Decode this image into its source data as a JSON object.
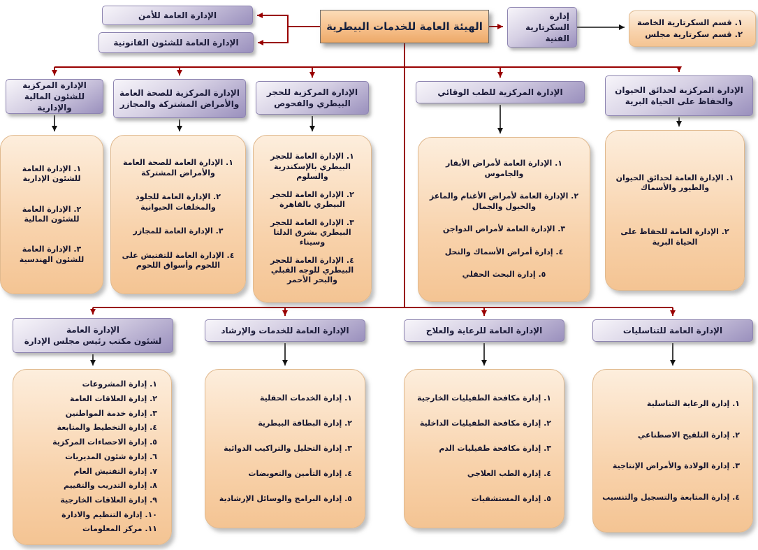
{
  "root": {
    "title": "الهيئة العامة للخدمات البيطرية"
  },
  "side_departments": [
    {
      "label": "الإدارة العامة للأمن"
    },
    {
      "label": "الإدارة العامة للشئون القانونية"
    }
  ],
  "secretariat": {
    "title": "إدارة\nالسكرتارية الفنية",
    "items": [
      "١. قسم السكرتارية الخاصة",
      "٢. قسم سكرتارية مجلس"
    ]
  },
  "central_departments": [
    {
      "title": "الإدارة المركزية\nللشئون المالية والإدارية",
      "items": [
        "١. الإدارة العامة للشئون الإدارية",
        "٢. الإدارة العامة للشئون المالية",
        "٣. الإدارة العامة للشئون الهندسية"
      ]
    },
    {
      "title": "الإدارة المركزية للصحة العامة\nوالأمراض المشتركة والمجازر",
      "items": [
        "١. الإدارة العامة للصحة العامة والأمراض المشتركة",
        "٢. الإدارة العامة للجلود والمخلفات الحيوانية",
        "٣. الإدارة العامة للمجازر",
        "٤. الإدارة العامة للتفتيش على اللحوم وأسواق اللحوم"
      ]
    },
    {
      "title": "الإدارة المركزية للحجر\nالبيطري والفحوص",
      "items": [
        "١. الإدارة العامة للحجر البيطري بالإسكندرية والسلوم",
        "٢. الإدارة العامة للحجر البيطري بالقاهرة",
        "٣. الإدارة العامة للحجر البيطري بشرق الدلتا وسيناء",
        "٤. الإدارة العامة للحجر البيطري للوجه القبلي والبحر الأحمر"
      ]
    },
    {
      "title": "الإدارة المركزية للطب الوقائي",
      "items": [
        "١. الإدارة العامة لأمراض الأبقار والجاموس",
        "٢. الإدارة العامة لأمراض الأغنام والماعز والخيول والجمال",
        "٣. الإدارة العامة لأمراض الدواجن",
        "٤. إدارة أمراض الأسماك والنحل",
        "٥. إدارة البحث الحقلي"
      ]
    },
    {
      "title": "الإدارة المركزية لحدائق الحيوان\nوالحفاظ على الحياة البرية",
      "items": [
        "١. الإدارة العامة لحدائق الحيوان والطيور والأسماك",
        "٢. الإدارة العامة للحفاظ على الحياة البرية"
      ]
    }
  ],
  "general_departments": [
    {
      "title": "الإدارة العامة\nلشئون مكتب رئيس مجلس الإدارة",
      "items": [
        "١. إدارة المشروعات",
        "٢. إدارة العلاقات العامة",
        "٣. إدارة خدمة المواطنين",
        "٤. إدارة التخطيط والمتابعة",
        "٥. إدارة الاحصاءات المركزية",
        "٦. إدارة شئون المديريات",
        "٧. إدارة التفتيش العام",
        "٨. إدارة التدريب والتقييم",
        "٩. إدارة العلاقات الخارجية",
        "١٠. إدارة التنظيم والادارة",
        "١١. مركز المعلومات"
      ]
    },
    {
      "title": "الإدارة العامة للخدمات والإرشاد",
      "items": [
        "١. إدارة الخدمات الحقلية",
        "٢. إدارة البطاقة البيطرية",
        "٣. إدارة التحليل والتراكيب الدوائية",
        "٤. إدارة التأمين والتعويضات",
        "٥. إدارة البرامج والوسائل الإرشادية"
      ]
    },
    {
      "title": "الإدارة العامة للرعاية والعلاج",
      "items": [
        "١. إدارة مكافحة الطفيليات الخارجية",
        "٢. إدارة مكافحة الطفيليات الداخلية",
        "٣. إدارة مكافحة طفيليات الدم",
        "٤. إدارة الطب العلاجي",
        "٥. إدارة المستشفيات"
      ]
    },
    {
      "title": "الإدارة العامة للتناسليات",
      "items": [
        "١. إدارة الرعاية التناسلية",
        "٢. إدارة التلقيح الاصطناعي",
        "٣. إدارة الولادة والأمراض الإنتاجية",
        "٤. إدارة المتابعة والتسجيل والتنسيب"
      ]
    }
  ],
  "colors": {
    "connector_red": "#990000",
    "connector_black": "#111111",
    "header_purple": "#9a90bd",
    "list_peach": "#f8d2ab",
    "root_peach": "#f6c08c"
  }
}
